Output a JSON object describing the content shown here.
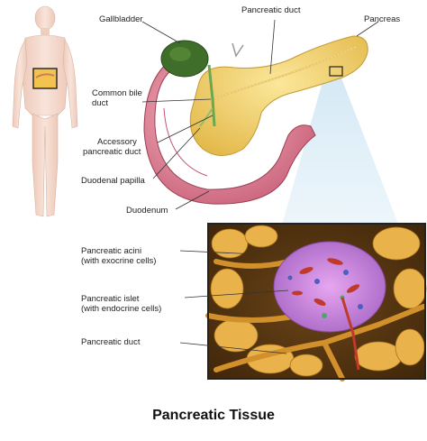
{
  "labels": {
    "gallbladder": "Gallbladder",
    "pancreatic_duct_top": "Pancreatic duct",
    "pancreas": "Pancreas",
    "common_bile_duct_1": "Common bile",
    "common_bile_duct_2": "duct",
    "accessory_duct_1": "Accessory",
    "accessory_duct_2": "pancreatic duct",
    "duodenal_papilla": "Duodenal papilla",
    "duodenum": "Duodenum",
    "acini_1": "Pancreatic acini",
    "acini_2": "(with exocrine cells)",
    "islet_1": "Pancreatic islet",
    "islet_2": "(with endocrine cells)",
    "pancreatic_duct_bottom": "Pancreatic duct"
  },
  "title": "Pancreatic Tissue",
  "colors": {
    "pancreas": "#f2d36a",
    "duodenum": "#e8899c",
    "gallbladder": "#3f6e2a",
    "islet": "#c98be0",
    "body_skin": "#f3d9cc",
    "inset_border": "#222222"
  }
}
